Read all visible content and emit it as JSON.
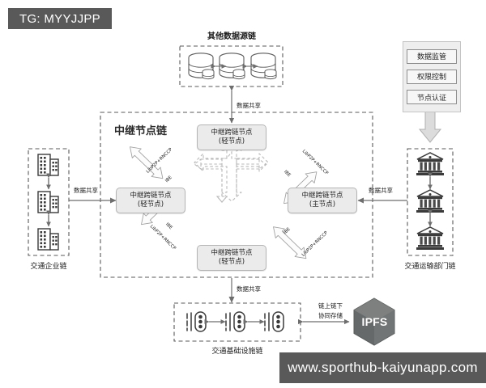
{
  "watermarks": {
    "telegram": "TG: MYYJJPP",
    "site": "www.sporthub-kaiyunapp.com"
  },
  "diagram": {
    "top_group": {
      "title": "其他数据源链",
      "nodes": [
        "数据库节点",
        "数据库节点",
        "数据库节点"
      ]
    },
    "relay_group": {
      "title": "中继节点链",
      "nodes": [
        {
          "id": "relay-top",
          "line1": "中继跨链节点",
          "line2": "(轻节点)"
        },
        {
          "id": "relay-left",
          "line1": "中继跨链节点",
          "line2": "(轻节点)"
        },
        {
          "id": "relay-right",
          "line1": "中继跨链节点",
          "line2": "(主节点)"
        },
        {
          "id": "relay-bottom",
          "line1": "中继跨链节点",
          "line2": "(轻节点)"
        }
      ],
      "protocol_labels": [
        {
          "id": "tl-proto",
          "text": "LibP2P+RNCCP"
        },
        {
          "id": "tl-ibe",
          "text": "IBE"
        },
        {
          "id": "tr-proto",
          "text": "LibP2P+RNCCP"
        },
        {
          "id": "tr-ibe",
          "text": "IBE"
        },
        {
          "id": "bl-ibe",
          "text": "IBE"
        },
        {
          "id": "bl-proto",
          "text": "LibP2P+RNCCP"
        },
        {
          "id": "br-ibe",
          "text": "IBE"
        },
        {
          "id": "br-proto",
          "text": "LibP2P+RNCCP"
        }
      ]
    },
    "left_group": {
      "title": "交通企业链",
      "icon": "office-building-icon",
      "count": 3
    },
    "right_group": {
      "title": "交通运输部门链",
      "icon": "government-building-icon",
      "count": 3
    },
    "bottom_group": {
      "title": "交通基础设施链",
      "icon": "traffic-infrastructure-icon",
      "count": 3
    },
    "control_panel": {
      "items": [
        "数据监管",
        "权限控制",
        "节点认证"
      ]
    },
    "storage": {
      "label_line1": "链上链下",
      "label_line2": "协同存储",
      "node_label": "IPFS"
    },
    "share_labels": [
      {
        "id": "share-top",
        "text": "数据共享"
      },
      {
        "id": "share-left",
        "text": "数据共享"
      },
      {
        "id": "share-right",
        "text": "数据共享"
      },
      {
        "id": "share-bottom",
        "text": "数据共享"
      }
    ]
  },
  "colors": {
    "line": "#6e6e6e",
    "dashed": "#5a5a5a",
    "node_fill": "#ebebeb",
    "node_stroke": "#b4b4b4",
    "block_arrow_fill": "#fbfbfb",
    "block_arrow_stroke": "#9a9a9a",
    "ipfs_fill": "#6f7272",
    "badge_bg": "#595959"
  }
}
